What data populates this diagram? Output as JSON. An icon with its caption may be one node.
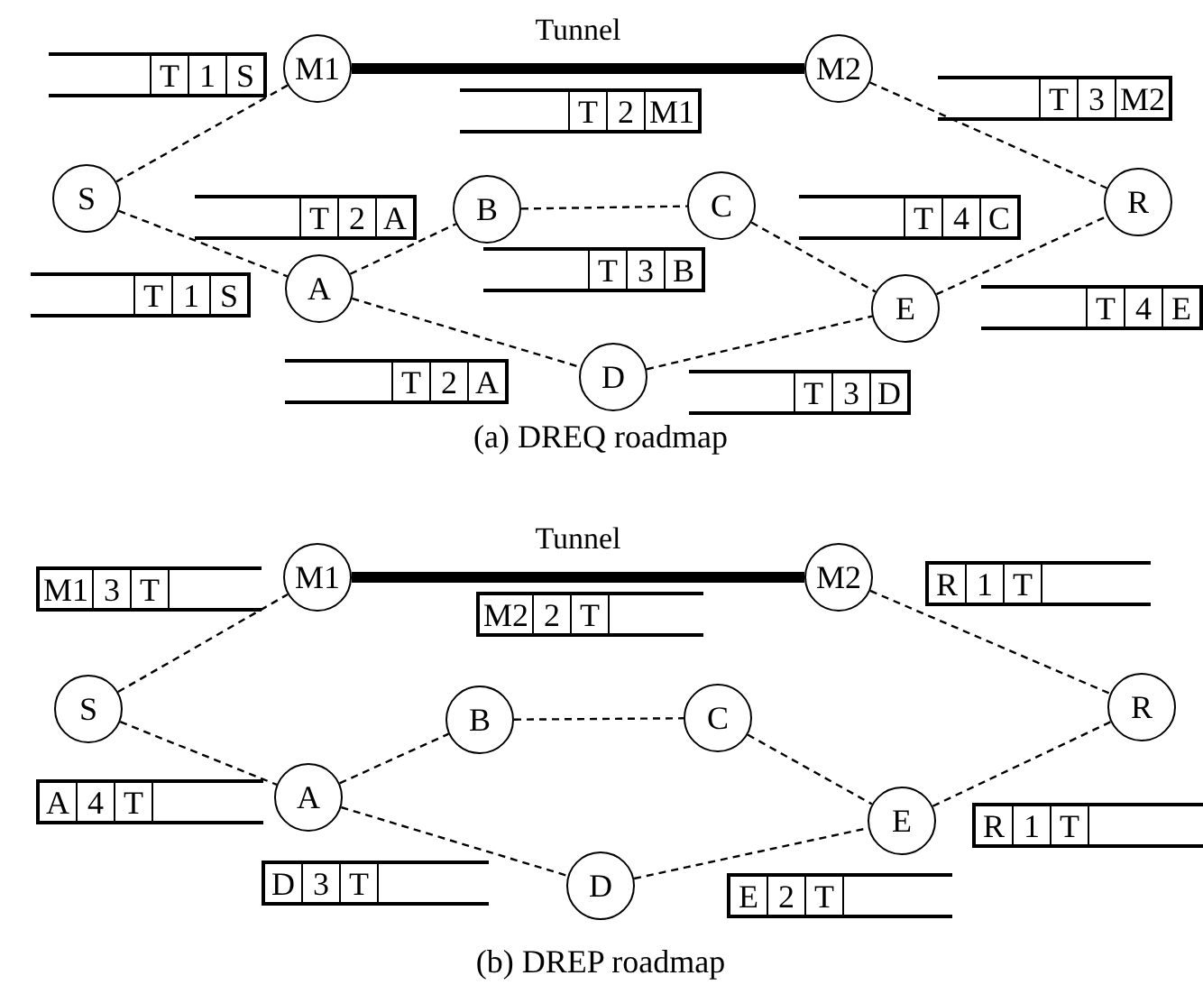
{
  "diagram": {
    "nodes": [
      {
        "text": [
          "M1"
        ]
      },
      {
        "text": [
          "M2"
        ]
      },
      {
        "text": [
          "S"
        ]
      },
      {
        "text": [
          "B"
        ]
      },
      {
        "text": [
          "C"
        ]
      },
      {
        "text": [
          "R"
        ]
      },
      {
        "text": [
          "A"
        ]
      },
      {
        "text": [
          "E"
        ]
      },
      {
        "text": [
          "D"
        ]
      },
      {
        "text": [
          "T",
          "1",
          "S"
        ]
      },
      {
        "text": [
          "T",
          "2",
          "M1"
        ]
      },
      {
        "text": [
          "T",
          "3",
          "M2"
        ]
      },
      {
        "text": [
          "T",
          "2",
          "A"
        ]
      },
      {
        "text": [
          "T",
          "4",
          "C"
        ]
      },
      {
        "text": [
          "T",
          "3",
          "B"
        ]
      },
      {
        "text": [
          "T",
          "1",
          "S"
        ]
      },
      {
        "text": [
          "T",
          "4",
          "E"
        ]
      },
      {
        "text": [
          "T",
          "2",
          "A"
        ]
      },
      {
        "text": [
          "T",
          "3",
          "D"
        ]
      },
      {
        "text": [
          "M1"
        ]
      },
      {
        "text": [
          "M2"
        ]
      },
      {
        "text": [
          "S"
        ]
      },
      {
        "text": [
          "B"
        ]
      },
      {
        "text": [
          "C"
        ]
      },
      {
        "text": [
          "R"
        ]
      },
      {
        "text": [
          "A"
        ]
      },
      {
        "text": [
          "E"
        ]
      },
      {
        "text": [
          "D"
        ]
      },
      {
        "text": [
          "M1",
          "3",
          "T"
        ]
      },
      {
        "text": [
          "M2",
          "2",
          "T"
        ]
      },
      {
        "text": [
          "R",
          "1",
          "T"
        ]
      },
      {
        "text": [
          "A",
          "4",
          "T"
        ]
      },
      {
        "text": [
          "R",
          "1",
          "T"
        ]
      },
      {
        "text": [
          "D",
          "3",
          "T"
        ]
      },
      {
        "text": [
          "E",
          "2",
          "T"
        ]
      }
    ],
    "edges": [
      {
        "from": 0,
        "to": 1,
        "arrow": "none",
        "label": "Tunnel",
        "style": "thick"
      },
      {
        "from": 2,
        "to": 0,
        "arrow": "none",
        "style": "dashed"
      },
      {
        "from": 2,
        "to": 6,
        "arrow": "none",
        "style": "dashed"
      },
      {
        "from": 6,
        "to": 3,
        "arrow": "none",
        "style": "dashed"
      },
      {
        "from": 3,
        "to": 4,
        "arrow": "none",
        "style": "dashed"
      },
      {
        "from": 4,
        "to": 7,
        "arrow": "none",
        "style": "dashed"
      },
      {
        "from": 6,
        "to": 8,
        "arrow": "none",
        "style": "dashed"
      },
      {
        "from": 8,
        "to": 7,
        "arrow": "none",
        "style": "dashed"
      },
      {
        "from": 7,
        "to": 5,
        "arrow": "none",
        "style": "dashed"
      },
      {
        "from": 1,
        "to": 5,
        "arrow": "none",
        "style": "dashed"
      },
      {
        "from": 19,
        "to": 20,
        "arrow": "none",
        "label": "Tunnel",
        "style": "thick"
      },
      {
        "from": 21,
        "to": 19,
        "arrow": "none",
        "style": "dashed"
      },
      {
        "from": 21,
        "to": 25,
        "arrow": "none",
        "style": "dashed"
      },
      {
        "from": 25,
        "to": 22,
        "arrow": "none",
        "style": "dashed"
      },
      {
        "from": 22,
        "to": 23,
        "arrow": "none",
        "style": "dashed"
      },
      {
        "from": 23,
        "to": 26,
        "arrow": "none",
        "style": "dashed"
      },
      {
        "from": 25,
        "to": 27,
        "arrow": "none",
        "style": "dashed"
      },
      {
        "from": 27,
        "to": 26,
        "arrow": "none",
        "style": "dashed"
      },
      {
        "from": 26,
        "to": 24,
        "arrow": "none",
        "style": "dashed"
      },
      {
        "from": 20,
        "to": 24,
        "arrow": "none",
        "style": "dashed"
      }
    ],
    "labels": [
      "(a) DREQ roadmap",
      "(b) DREP roadmap"
    ]
  }
}
